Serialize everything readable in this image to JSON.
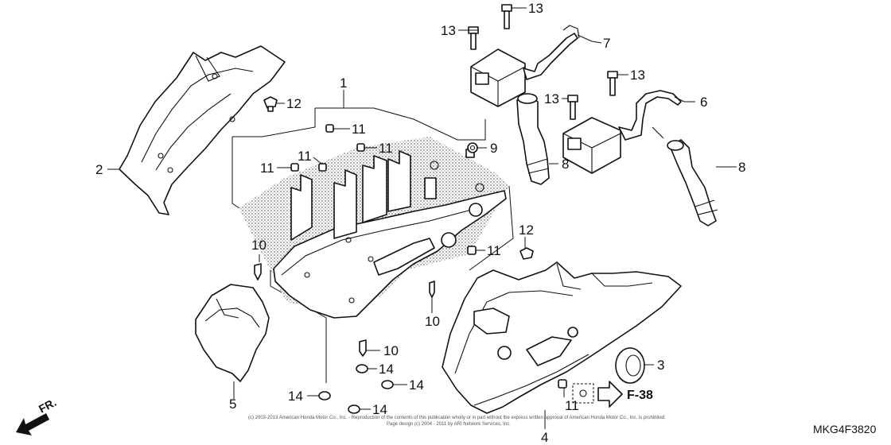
{
  "diagram": {
    "callouts": [
      {
        "key": "c1",
        "text": "1"
      },
      {
        "key": "c2",
        "text": "2"
      },
      {
        "key": "c3",
        "text": "3"
      },
      {
        "key": "c4",
        "text": "4"
      },
      {
        "key": "c5",
        "text": "5"
      },
      {
        "key": "c6",
        "text": "6"
      },
      {
        "key": "c7",
        "text": "7"
      },
      {
        "key": "c8a",
        "text": "8"
      },
      {
        "key": "c8b",
        "text": "8"
      },
      {
        "key": "c9",
        "text": "9"
      },
      {
        "key": "c10a",
        "text": "10"
      },
      {
        "key": "c10b",
        "text": "10"
      },
      {
        "key": "c10c",
        "text": "10"
      },
      {
        "key": "c11a",
        "text": "11"
      },
      {
        "key": "c11b",
        "text": "11"
      },
      {
        "key": "c11c",
        "text": "11"
      },
      {
        "key": "c11d",
        "text": "11"
      },
      {
        "key": "c11e",
        "text": "11"
      },
      {
        "key": "c11f",
        "text": "11"
      },
      {
        "key": "c12a",
        "text": "12"
      },
      {
        "key": "c12b",
        "text": "12"
      },
      {
        "key": "c13a",
        "text": "13"
      },
      {
        "key": "c13b",
        "text": "13"
      },
      {
        "key": "c13c",
        "text": "13"
      },
      {
        "key": "c13d",
        "text": "13"
      },
      {
        "key": "c14a",
        "text": "14"
      },
      {
        "key": "c14b",
        "text": "14"
      },
      {
        "key": "c14c",
        "text": "14"
      },
      {
        "key": "c14d",
        "text": "14"
      }
    ],
    "reference": "F-38",
    "front_label": "FR.",
    "diagram_code": "MKG4F3820",
    "copyright_line1": "(c) 2003-2013 American Honda Motor Co., Inc. - Reproduction of the contents of this publication wholly or in part without the express written approval of American Honda Motor Co., Inc. is prohibited.",
    "copyright_line2": "Page design (c) 2004 - 2011 by ARI Network Services, Inc."
  }
}
